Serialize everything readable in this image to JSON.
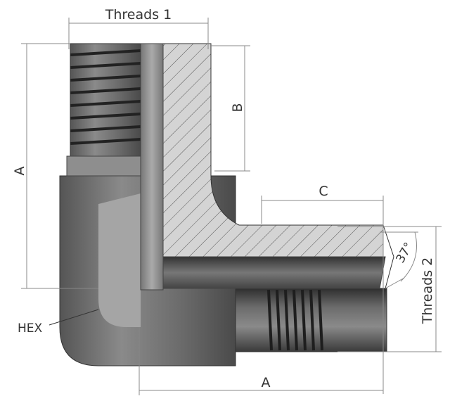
{
  "labels": {
    "threads1": "Threads 1",
    "threads2": "Threads 2",
    "dim_a_left": "A",
    "dim_a_bottom": "A",
    "dim_b": "B",
    "dim_c": "C",
    "angle": "37°",
    "hex": "HEX"
  },
  "colors": {
    "body_dark": "#4a4a4a",
    "body_mid": "#6e6e6e",
    "body_light": "#9a9a9a",
    "section_fill": "#bdbdbd",
    "bore": "#8c8c8c",
    "dimension_line": "#888888"
  }
}
